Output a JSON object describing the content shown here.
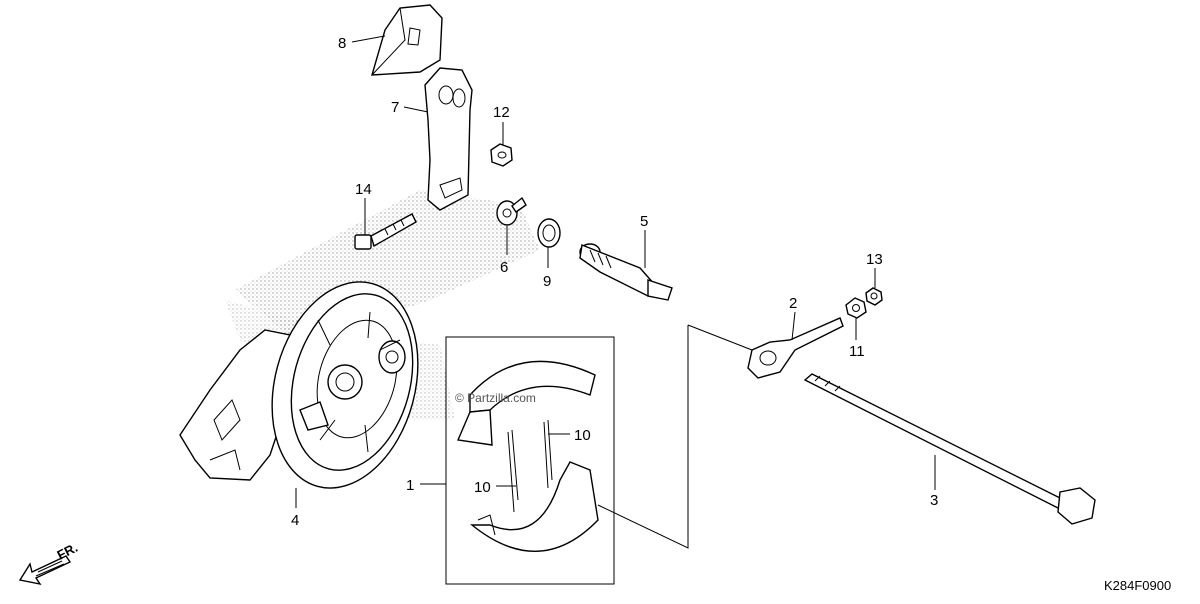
{
  "diagram": {
    "code": "K284F0900",
    "watermark": "© Partzilla.com",
    "direction_label": "FR.",
    "callouts": [
      {
        "id": "c1",
        "label": "1"
      },
      {
        "id": "c2",
        "label": "2"
      },
      {
        "id": "c3",
        "label": "3"
      },
      {
        "id": "c4",
        "label": "4"
      },
      {
        "id": "c5",
        "label": "5"
      },
      {
        "id": "c6",
        "label": "6"
      },
      {
        "id": "c7",
        "label": "7"
      },
      {
        "id": "c8",
        "label": "8"
      },
      {
        "id": "c9",
        "label": "9"
      },
      {
        "id": "c10a",
        "label": "10"
      },
      {
        "id": "c10b",
        "label": "10"
      },
      {
        "id": "c11",
        "label": "11"
      },
      {
        "id": "c12",
        "label": "12"
      },
      {
        "id": "c13",
        "label": "13"
      },
      {
        "id": "c14",
        "label": "14"
      }
    ]
  }
}
